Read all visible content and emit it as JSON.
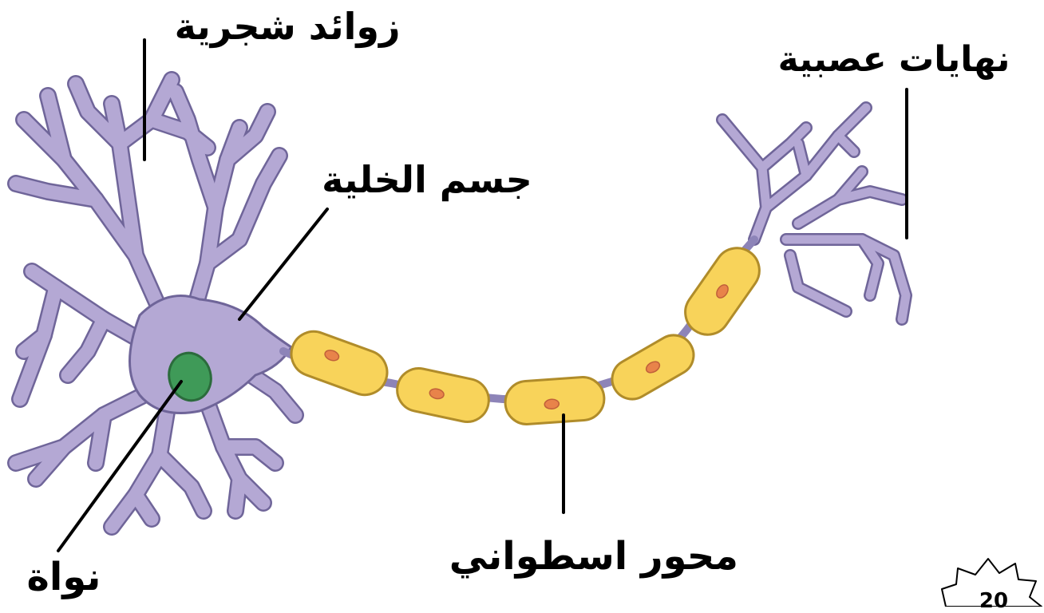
{
  "labels": {
    "dendrites": "زوائد شجرية",
    "axon_terminals": "نهايات عصبية",
    "cell_body": "جسم الخلية",
    "axon": "محور اسطواني",
    "nucleus": "نواة"
  },
  "page_number": "20",
  "colors": {
    "neuron_fill": "#b4a8d4",
    "neuron_stroke": "#6f6599",
    "myelin_fill": "#f8d35a",
    "myelin_stroke": "#b08c2a",
    "schwann_nucleus": "#e8834a",
    "nucleus_fill": "#3f9a58",
    "leader_line": "#000000"
  },
  "icons": {
    "page_badge": "starburst-badge-icon"
  }
}
